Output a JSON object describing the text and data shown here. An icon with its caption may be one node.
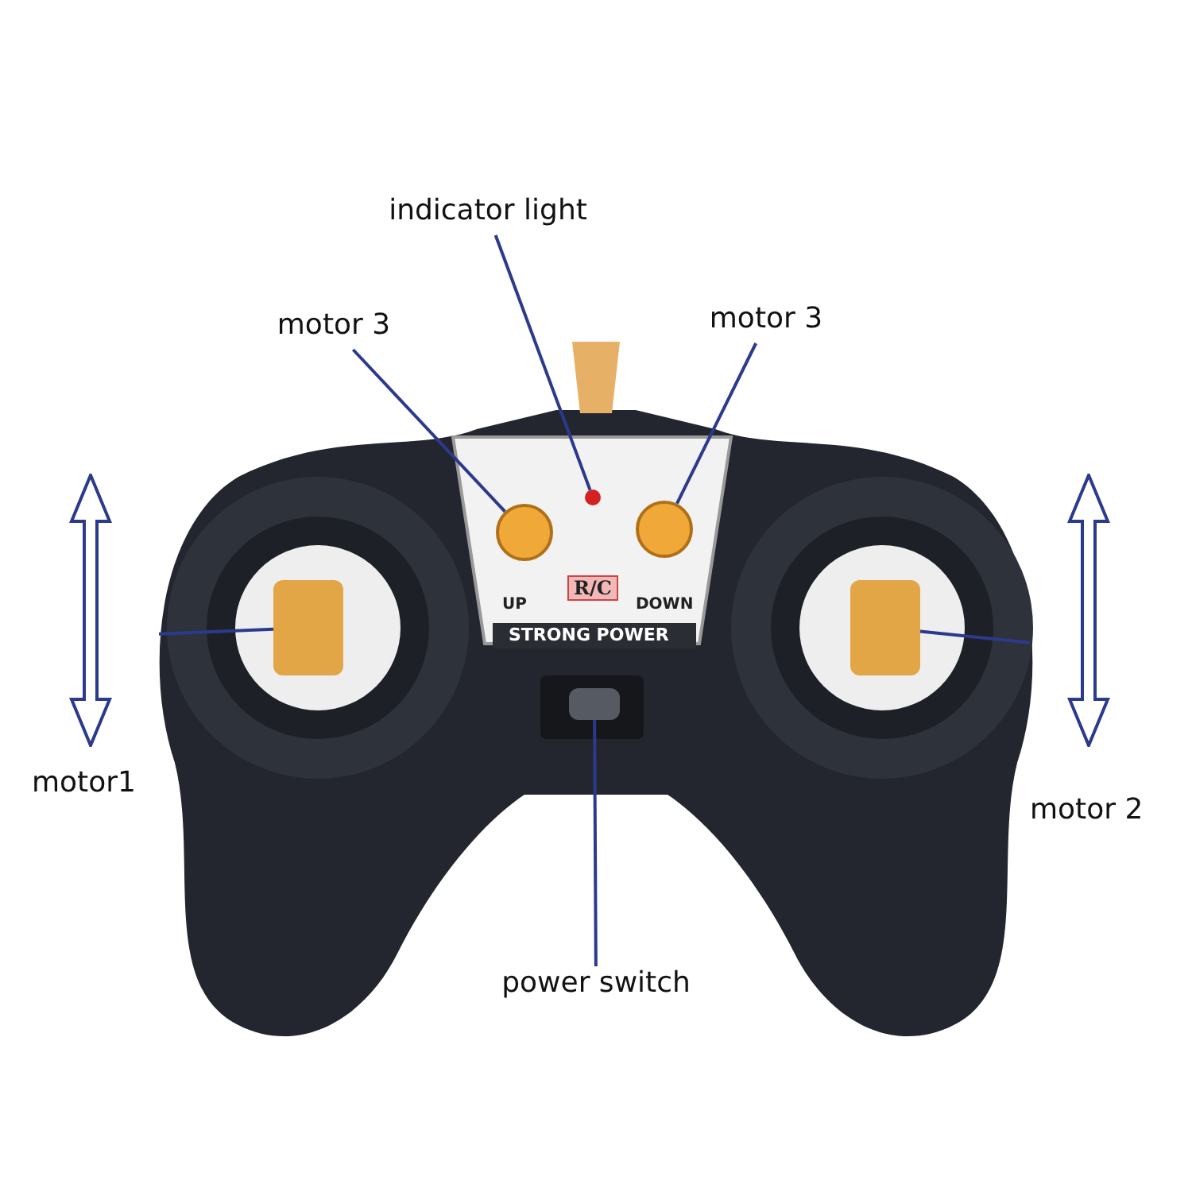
{
  "diagram": {
    "nodes": [
      {
        "text": [
          "indicator light"
        ]
      },
      {
        "text": [],
        "shape": "circle"
      },
      {
        "text": [
          "motor 3"
        ]
      },
      {
        "text": [],
        "shape": "circle"
      },
      {
        "text": [
          "motor 3"
        ]
      },
      {
        "text": [],
        "shape": "circle"
      },
      {
        "text": [
          "motor1"
        ]
      },
      {
        "text": [],
        "shape": "box"
      },
      {
        "text": [
          "motor 2"
        ]
      },
      {
        "text": [],
        "shape": "box"
      },
      {
        "text": [
          "power switch"
        ]
      },
      {
        "text": [],
        "shape": "box"
      }
    ],
    "edges": [
      {
        "from": 0,
        "to": 1,
        "arrow": "none"
      },
      {
        "from": 2,
        "to": 3,
        "arrow": "none"
      },
      {
        "from": 4,
        "to": 5,
        "arrow": "none"
      },
      {
        "from": 6,
        "to": 7,
        "arrow": "none"
      },
      {
        "from": 8,
        "to": 9,
        "arrow": "none"
      },
      {
        "from": 10,
        "to": 11,
        "arrow": "none"
      }
    ],
    "labels": [
      "R/C",
      "UP",
      "DOWN",
      "STRONG POWER"
    ]
  }
}
